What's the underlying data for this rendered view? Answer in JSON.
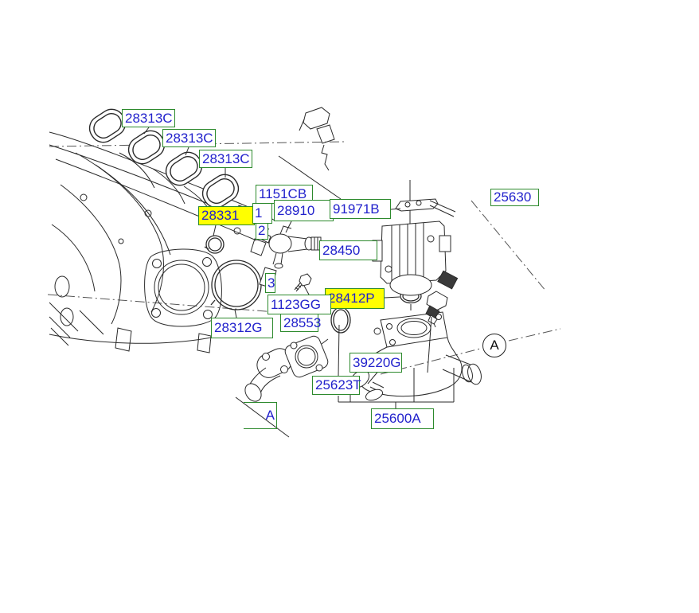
{
  "diagram": {
    "type": "exploded-parts-diagram",
    "subject": "engine intake manifold, throttle body and thermostat housing",
    "colors": {
      "label_text": "#2222cc",
      "label_border": "#2d8a2d",
      "highlight": "#ffff00",
      "line": "#2a2a2a"
    },
    "labels": [
      {
        "id": "28313C-1",
        "text": "28313C",
        "highlighted": false
      },
      {
        "id": "28313C-2",
        "text": "28313C",
        "highlighted": false
      },
      {
        "id": "28313C-3",
        "text": "28313C",
        "highlighted": false
      },
      {
        "id": "28331",
        "text": "28331",
        "highlighted": true
      },
      {
        "id": "1151CB",
        "text": "1151CB",
        "highlighted": false
      },
      {
        "id": "partial-1",
        "text": "1",
        "highlighted": false,
        "partial": true
      },
      {
        "id": "partial-2",
        "text": "2",
        "highlighted": false,
        "partial": true
      },
      {
        "id": "28910",
        "text": "28910",
        "highlighted": false
      },
      {
        "id": "91971B",
        "text": "91971B",
        "highlighted": false
      },
      {
        "id": "28450",
        "text": "28450",
        "highlighted": false
      },
      {
        "id": "25630",
        "text": "25630",
        "highlighted": false,
        "partial": true
      },
      {
        "id": "28412P",
        "text": "28412P",
        "highlighted": true
      },
      {
        "id": "partial-3",
        "text": "3",
        "highlighted": false,
        "partial": true
      },
      {
        "id": "1123GG",
        "text": "1123GG",
        "highlighted": false
      },
      {
        "id": "28553",
        "text": "28553",
        "highlighted": false
      },
      {
        "id": "28312G",
        "text": "28312G",
        "highlighted": false
      },
      {
        "id": "25623T",
        "text": "25623T",
        "highlighted": false
      },
      {
        "id": "39220G",
        "text": "39220G",
        "highlighted": false
      },
      {
        "id": "25600A",
        "text": "25600A",
        "highlighted": false
      },
      {
        "id": "partial-A",
        "text": "A",
        "highlighted": false,
        "partial": true
      }
    ],
    "view_marker": {
      "text": "A"
    }
  }
}
